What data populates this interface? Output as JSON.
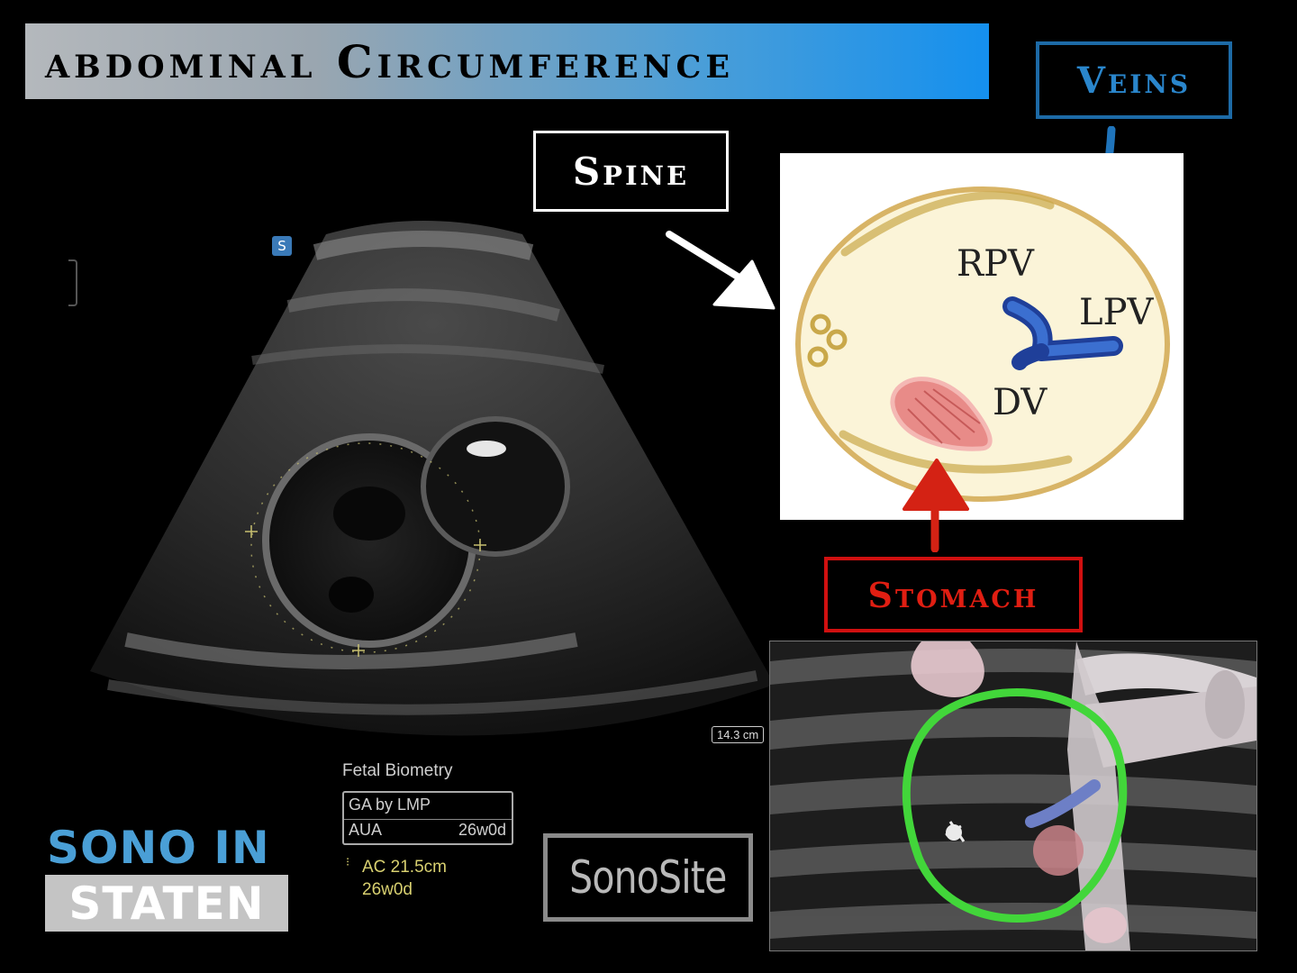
{
  "title": "abdominal Circumference",
  "labels": {
    "veins": "Veins",
    "spine": "Spine",
    "stomach": "Stomach"
  },
  "diagram": {
    "rpv": "RPV",
    "lpv": "LPV",
    "dv": "DV"
  },
  "ultrasound": {
    "depth": "14.3 cm",
    "biometry_title": "Fetal Biometry",
    "ga_label": "GA by LMP",
    "aua_label": "AUA",
    "aua_value": "26w0d",
    "ac_value": "AC 21.5cm",
    "ac_ga": "26w0d"
  },
  "brand": {
    "sonosite": "SonoSite",
    "logo_line1": "SONO IN",
    "logo_line2": "STATEN"
  },
  "colors": {
    "title_gradient_start": "#b4b8bc",
    "title_gradient_end": "#1590ee",
    "veins": "#2a86cc",
    "stomach": "#e01e12",
    "spine": "#ffffff",
    "ac_ring": "#3fd63a"
  },
  "icons": [
    "ultrasound-mode-icon",
    "arrow-down-icon",
    "arrow-up-icon",
    "arrow-right-icon",
    "caliper-cross-icon"
  ]
}
